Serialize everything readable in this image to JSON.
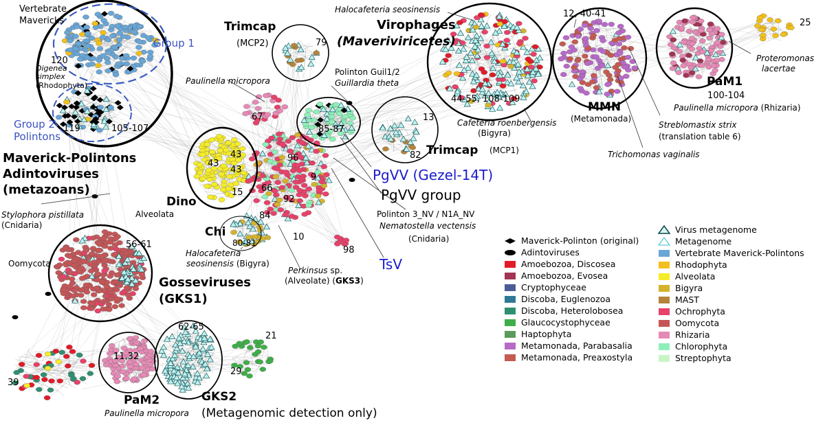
{
  "palette": {
    "vertebrate": "#6aa6d6",
    "rhodophyta": "#f2c01c",
    "alveolata": "#f5ec2a",
    "bigyra": "#d4b32c",
    "mast": "#b5843a",
    "ochrophyta": "#e8416a",
    "oomycota": "#c55658",
    "rhizaria": "#e58ab5",
    "chlorophyta": "#8ef0b8",
    "streptophyta": "#c9f5c6",
    "amoebozoa_discosea": "#e21b28",
    "amoebozoa_evosea": "#a23454",
    "cryptophyceae": "#4c5d96",
    "euglenozoa": "#2e7a96",
    "heterolobosea": "#2f8f72",
    "glaucocystophyceae": "#3fae4a",
    "haptophyta": "#5c9a5a",
    "parabasalia": "#b86ac8",
    "preaxostyla": "#c45a52",
    "mp_black": "#000000",
    "triangle": "#bff3f3",
    "edge": "#8c8c8c"
  },
  "clusters": {
    "maverick": {
      "top_label": [
        "Vertebrate",
        "Mavericks"
      ],
      "group1": "Group 1",
      "group2": [
        "Group 2",
        "Polintons"
      ],
      "num120": "120",
      "num119": "119",
      "num105": "105-107",
      "digenea": [
        "Digenea",
        "simplex",
        "(Rhodophyta)"
      ],
      "title": [
        "Maverick-Polintons",
        "Adintoviruses",
        "(metazoans)"
      ],
      "stylophora": "Stylophora pistillata",
      "cnidaria": "(Cnidaria)"
    },
    "trimcap2": {
      "title": "Trimcap",
      "sub": "(MCP2)",
      "num": "79"
    },
    "trimcap1": {
      "title": "Trimcap",
      "sub": "(MCP1)",
      "num13": "13",
      "num82": "82"
    },
    "virophages": {
      "halo": "Halocafeteria seosinensis",
      "title": "Virophages",
      "sub": "(Maveriviricetes)",
      "nums": "44-55, 108-109",
      "cafeteria": "Cafeteria roenbergensis",
      "bigyra": "(Bigyra)"
    },
    "mmn": {
      "nums": "12, 40-41",
      "title": "MMN",
      "sub": "(Metamonada)",
      "streblo": "Streblomastix strix",
      "streblo_sub": "(translation table 6)",
      "tricho": "Trichomonas vaginalis"
    },
    "pam1": {
      "title": "PaM1",
      "nums": "100-104",
      "paulinella": "Paulinella micropora",
      "rhizaria": " (Rhizaria)",
      "num25": "25",
      "proteromonas": [
        "Proteromonas",
        "lacertae"
      ]
    },
    "center": {
      "paulinella": "Paulinella micropora",
      "num67": "67",
      "polinton_guil": "Polinton Guil1/2",
      "guillardia": "Guillardia theta",
      "num85": "85-87",
      "num96": "96",
      "num9": "9",
      "num66": "66",
      "num92": "92",
      "num84": "84",
      "num10": "10",
      "num98": "98",
      "pgvv_gezel": "PgVV (Gezel-14T)",
      "pgvv_group": "PgVV group",
      "polinton3": "Polinton 3_NV / N1A_NV",
      "nematostella": "Nematostella vectensis",
      "cnidaria": "(Cnidaria)",
      "tsv": "TsV",
      "perkinsus": "Perkinsus",
      "perkinsus_sp": " sp.",
      "alveolate": "(Alveolate) (",
      "gks3": "GKS3",
      "close": ")"
    },
    "dino": {
      "title": "Dino",
      "n1": "43",
      "n2": "43",
      "n3": "43",
      "n4": "15",
      "alveolata": "Alveolata"
    },
    "chi": {
      "title": "Chi",
      "nums": "80-81",
      "halo1": "Halocafeteria",
      "halo2": "seosinensis",
      "bigyra": " (Bigyra)"
    },
    "goss": {
      "oomycota": "Oomycota",
      "nums": "56-61",
      "title": "Gosseviruses",
      "sub": "(GKS1)"
    },
    "bottom": {
      "num39": "39",
      "num1132": "11,32",
      "pam2": "PaM2",
      "paulinella": "Paulinella micropora",
      "nums62": "62-65",
      "gks2": "GKS2",
      "meta": "(Metagenomic detection only)",
      "num21": "21",
      "num29": "29"
    }
  },
  "legend": {
    "left": [
      {
        "label": "Maverick-Polinton (original)",
        "color": "#000000",
        "shape": "diamond"
      },
      {
        "label": "Adintoviruses",
        "color": "#000000",
        "shape": "ellipse"
      },
      {
        "label": "Amoebozoa, Discosea",
        "color": "#e21b28",
        "shape": "rect"
      },
      {
        "label": "Amoebozoa, Evosea",
        "color": "#a23454",
        "shape": "rect"
      },
      {
        "label": "Cryptophyceae",
        "color": "#4c5d96",
        "shape": "rect"
      },
      {
        "label": "Discoba, Euglenozoa",
        "color": "#2e7a96",
        "shape": "rect"
      },
      {
        "label": "Discoba, Heterolobosea",
        "color": "#2f8f72",
        "shape": "rect"
      },
      {
        "label": "Glaucocystophyceae",
        "color": "#3fae4a",
        "shape": "rect"
      },
      {
        "label": "Haptophyta",
        "color": "#5c9a5a",
        "shape": "rect"
      },
      {
        "label": "Metamonada, Parabasalia",
        "color": "#b86ac8",
        "shape": "rect"
      },
      {
        "label": "Metamonada, Preaxostyla",
        "color": "#c45a52",
        "shape": "rect"
      }
    ],
    "right": [
      {
        "label": "Virus metagenome",
        "color": "#2a8f8f",
        "shape": "triangle-dark"
      },
      {
        "label": "Metagenome",
        "color": "#5fc9d6",
        "shape": "triangle-light"
      },
      {
        "label": "Vertebrate Maverick-Polintons",
        "color": "#6aa6d6",
        "shape": "rect"
      },
      {
        "label": "Rhodophyta",
        "color": "#f2c01c",
        "shape": "rect"
      },
      {
        "label": "Alveolata",
        "color": "#f5ec2a",
        "shape": "rect"
      },
      {
        "label": "Bigyra",
        "color": "#d4b32c",
        "shape": "rect"
      },
      {
        "label": "MAST",
        "color": "#b5843a",
        "shape": "rect"
      },
      {
        "label": "Ochrophyta",
        "color": "#e8416a",
        "shape": "rect"
      },
      {
        "label": "Oomycota",
        "color": "#c55658",
        "shape": "rect"
      },
      {
        "label": "Rhizaria",
        "color": "#e58ab5",
        "shape": "rect"
      },
      {
        "label": "Chlorophyta",
        "color": "#8ef0b8",
        "shape": "rect"
      },
      {
        "label": "Streptophyta",
        "color": "#c9f5c6",
        "shape": "rect"
      }
    ]
  }
}
